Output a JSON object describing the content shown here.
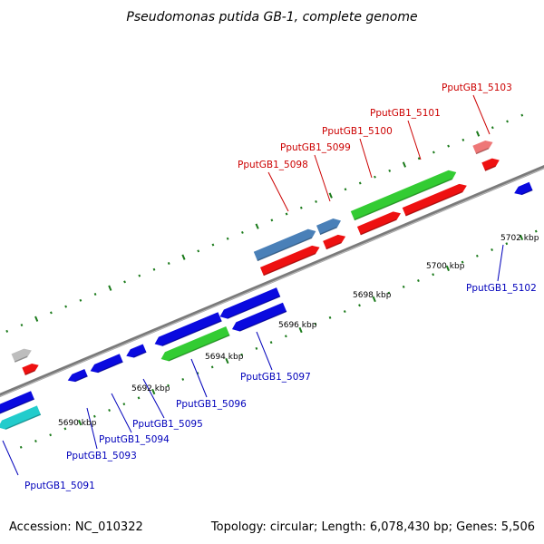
{
  "title": "Pseudomonas putida GB-1, complete genome",
  "footer": {
    "accession": "Accession: NC_010322",
    "stats": "Topology: circular; Length: 6,078,430 bp; Genes: 5,506"
  },
  "colors": {
    "backbone": "#7a7a7a",
    "tick": "#1a7a1a",
    "label_top": "#cc0000",
    "label_bottom": "#0000bb"
  },
  "tick_labels": [
    "5690 kbp",
    "5692 kbp",
    "5694 kbp",
    "5696 kbp",
    "5698 kbp",
    "5700 kbp",
    "5702 kbp"
  ],
  "gene_labels_top": [
    "PputGB1_5098",
    "PputGB1_5099",
    "PputGB1_5100",
    "PputGB1_5101",
    "PputGB1_5103"
  ],
  "gene_labels_bottom": [
    "PputGB1_5091",
    "PputGB1_5093",
    "PputGB1_5094",
    "PputGB1_5095",
    "PputGB1_5096",
    "PputGB1_5097",
    "PputGB1_5102"
  ],
  "feature_colors": {
    "blue": "#0a0adf",
    "green": "#33cc33",
    "red": "#ee1111",
    "steelblue": "#4a80b8",
    "gray": "#bdbdbd",
    "cyan": "#22cccc",
    "pink": "#ee7777",
    "lime": "#99ee33"
  }
}
